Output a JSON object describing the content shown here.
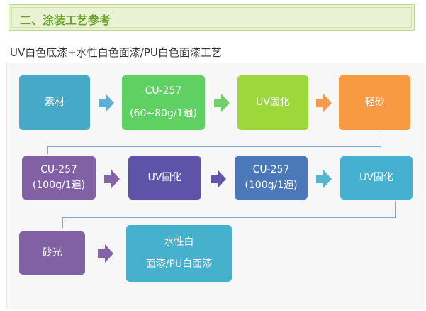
{
  "header": {
    "title": "二、涂装工艺参考"
  },
  "subtitle": "UV白色底漆+水性白色面漆/PU白色面漆工艺",
  "steps": [
    {
      "line1": "素材",
      "line2": "",
      "color": "#46a9c8"
    },
    {
      "line1": "CU-257",
      "line2": "(60~80g/1遍)",
      "color": "#5ed162"
    },
    {
      "line1": "UV固化",
      "line2": "",
      "color": "#9cd83a"
    },
    {
      "line1": "轻砂",
      "line2": "",
      "color": "#f79a42"
    },
    {
      "line1": "CU-257",
      "line2": "(100g/1遍)",
      "color": "#8161a3"
    },
    {
      "line1": "UV固化",
      "line2": "",
      "color": "#5f53a9"
    },
    {
      "line1": "CU-257",
      "line2": "(100g/1遍)",
      "color": "#4b78b8"
    },
    {
      "line1": "UV固化",
      "line2": "",
      "color": "#45b0cf"
    },
    {
      "line1": "砂光",
      "line2": "",
      "color": "#8161a3"
    },
    {
      "line1": "水性白",
      "line2": "面漆/PU白面漆",
      "color": "#46b1cc"
    }
  ],
  "arrows": [
    {
      "color": "#5bb1d2"
    },
    {
      "color": "#6fd16d"
    },
    {
      "color": "#f79a4a"
    },
    {
      "color": "#8463a7"
    },
    {
      "color": "#6357ab"
    },
    {
      "color": "#55b5d2"
    },
    {
      "color": "#8463a7"
    }
  ],
  "colors": {
    "header_text": "#6ca32d",
    "connector": "#7ea8cf"
  }
}
